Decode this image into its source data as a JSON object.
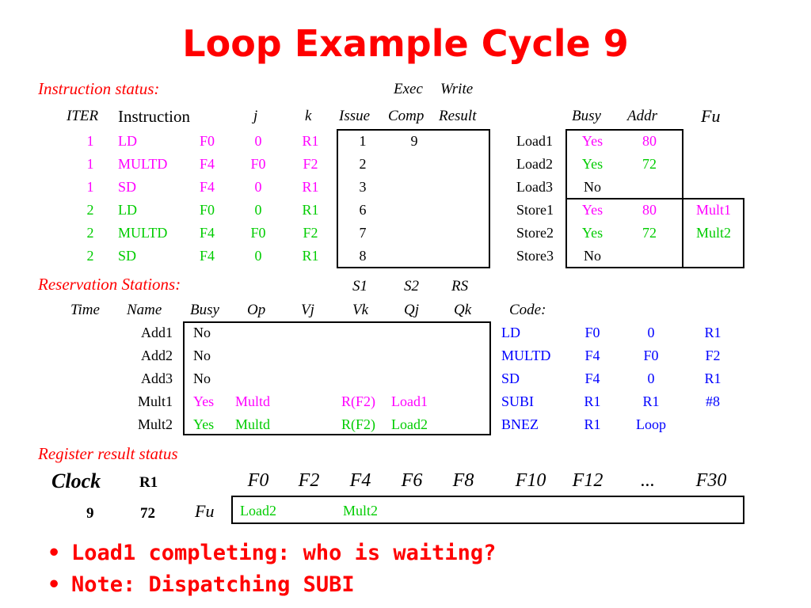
{
  "title": "Loop Example Cycle 9",
  "colors": {
    "red": "#ff0000",
    "magenta": "#ff00ff",
    "green": "#00cc00",
    "blue": "#0000ff",
    "black": "#000000"
  },
  "instruction_status": {
    "label": "Instruction status:",
    "exec_label": "Exec",
    "write_label": "Write",
    "headers": {
      "iter": "ITER",
      "instruction": "Instruction",
      "j": "j",
      "k": "k",
      "issue": "Issue",
      "comp": "Comp",
      "result": "Result"
    },
    "rows": [
      {
        "iter": "1",
        "op": "LD",
        "dest": "F0",
        "j": "0",
        "k": "R1",
        "issue": "1",
        "comp": "9",
        "result": "",
        "color": "#ff00ff"
      },
      {
        "iter": "1",
        "op": "MULTD",
        "dest": "F4",
        "j": "F0",
        "k": "F2",
        "issue": "2",
        "comp": "",
        "result": "",
        "color": "#ff00ff"
      },
      {
        "iter": "1",
        "op": "SD",
        "dest": "F4",
        "j": "0",
        "k": "R1",
        "issue": "3",
        "comp": "",
        "result": "",
        "color": "#ff00ff"
      },
      {
        "iter": "2",
        "op": "LD",
        "dest": "F0",
        "j": "0",
        "k": "R1",
        "issue": "6",
        "comp": "",
        "result": "",
        "color": "#00cc00"
      },
      {
        "iter": "2",
        "op": "MULTD",
        "dest": "F4",
        "j": "F0",
        "k": "F2",
        "issue": "7",
        "comp": "",
        "result": "",
        "color": "#00cc00"
      },
      {
        "iter": "2",
        "op": "SD",
        "dest": "F4",
        "j": "0",
        "k": "R1",
        "issue": "8",
        "comp": "",
        "result": "",
        "color": "#00cc00"
      }
    ]
  },
  "load_store": {
    "headers": {
      "busy": "Busy",
      "addr": "Addr",
      "fu": "Fu"
    },
    "rows": [
      {
        "name": "Load1",
        "busy": "Yes",
        "addr": "80",
        "fu": "",
        "color": "#ff00ff"
      },
      {
        "name": "Load2",
        "busy": "Yes",
        "addr": "72",
        "fu": "",
        "color": "#00cc00"
      },
      {
        "name": "Load3",
        "busy": "No",
        "addr": "",
        "fu": "",
        "color": "#000000"
      },
      {
        "name": "Store1",
        "busy": "Yes",
        "addr": "80",
        "fu": "Mult1",
        "color": "#ff00ff"
      },
      {
        "name": "Store2",
        "busy": "Yes",
        "addr": "72",
        "fu": "Mult2",
        "color": "#00cc00"
      },
      {
        "name": "Store3",
        "busy": "No",
        "addr": "",
        "fu": "",
        "color": "#000000"
      }
    ]
  },
  "reservation_stations": {
    "label": "Reservation Stations:",
    "super_headers": {
      "s1": "S1",
      "s2": "S2",
      "rs": "RS"
    },
    "headers": {
      "time": "Time",
      "name": "Name",
      "busy": "Busy",
      "op": "Op",
      "vj": "Vj",
      "vk": "Vk",
      "qj": "Qj",
      "qk": "Qk",
      "code": "Code:"
    },
    "rows": [
      {
        "time": "",
        "name": "Add1",
        "busy": "No",
        "op": "",
        "vj": "",
        "vk": "",
        "qj": "",
        "qk": "",
        "color": "#000000"
      },
      {
        "time": "",
        "name": "Add2",
        "busy": "No",
        "op": "",
        "vj": "",
        "vk": "",
        "qj": "",
        "qk": "",
        "color": "#000000"
      },
      {
        "time": "",
        "name": "Add3",
        "busy": "No",
        "op": "",
        "vj": "",
        "vk": "",
        "qj": "",
        "qk": "",
        "color": "#000000"
      },
      {
        "time": "",
        "name": "Mult1",
        "busy": "Yes",
        "op": "Multd",
        "vj": "",
        "vk": "R(F2)",
        "qj": "Load1",
        "qk": "",
        "color": "#ff00ff"
      },
      {
        "time": "",
        "name": "Mult2",
        "busy": "Yes",
        "op": "Multd",
        "vj": "",
        "vk": "R(F2)",
        "qj": "Load2",
        "qk": "",
        "color": "#00cc00"
      }
    ],
    "code": [
      [
        "LD",
        "F0",
        "0",
        "R1"
      ],
      [
        "MULTD",
        "F4",
        "F0",
        "F2"
      ],
      [
        "SD",
        "F4",
        "0",
        "R1"
      ],
      [
        "SUBI",
        "R1",
        "R1",
        "#8"
      ],
      [
        "BNEZ",
        "R1",
        "Loop",
        ""
      ]
    ]
  },
  "register_status": {
    "label": "Register result status",
    "clock_label": "Clock",
    "r1_label": "R1",
    "clock": "9",
    "r1": "72",
    "fu_label": "Fu",
    "registers": [
      "F0",
      "F2",
      "F4",
      "F6",
      "F8",
      "F10",
      "F12",
      "...",
      "F30"
    ],
    "values": [
      {
        "text": "Load2",
        "color": "#00cc00"
      },
      {
        "text": "",
        "color": "#000000"
      },
      {
        "text": "Mult2",
        "color": "#00cc00"
      },
      {
        "text": "",
        "color": "#000000"
      },
      {
        "text": "",
        "color": "#000000"
      },
      {
        "text": "",
        "color": "#000000"
      },
      {
        "text": "",
        "color": "#000000"
      },
      {
        "text": "",
        "color": "#000000"
      },
      {
        "text": "",
        "color": "#000000"
      }
    ]
  },
  "bullets": [
    "Load1 completing: who is waiting?",
    "Note: Dispatching SUBI"
  ]
}
